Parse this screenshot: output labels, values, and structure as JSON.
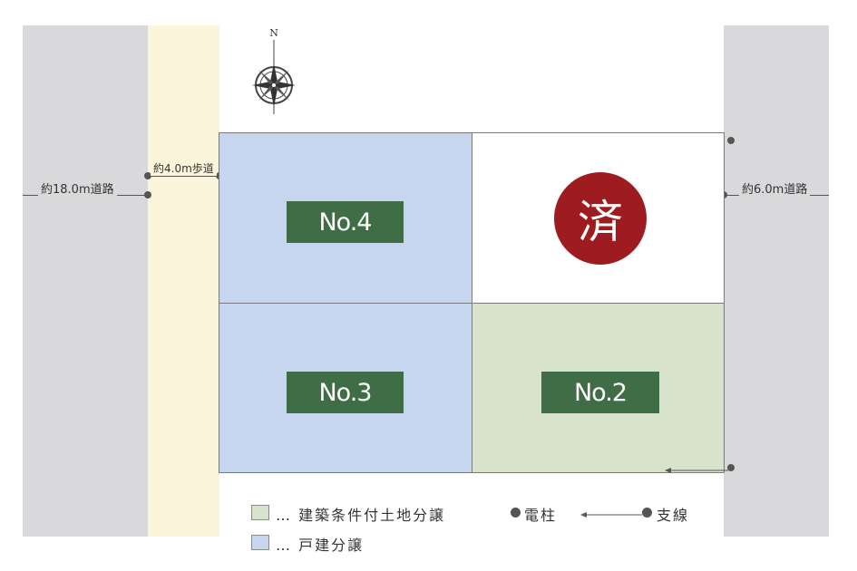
{
  "roads": {
    "left_label": "約18.0m道路",
    "right_label": "約6.0m道路",
    "sidewalk_label": "約4.0m歩道"
  },
  "compass": {
    "north_label": "N"
  },
  "lots": {
    "no4": "No.4",
    "no3": "No.3",
    "no2": "No.2",
    "sold_mark": "済"
  },
  "legend": {
    "green_label": "… 建築条件付土地分譲",
    "blue_label": "… 戸建分譲",
    "pole_label": "電柱",
    "stay_label": "支線"
  },
  "colors": {
    "blue_lot": "#c5d6ee",
    "green_lot": "#d7e4cb",
    "plate": "#3f6d45",
    "sold": "#9e1b20",
    "road": "#d9d9db",
    "sidewalk": "#fbf5dc"
  }
}
